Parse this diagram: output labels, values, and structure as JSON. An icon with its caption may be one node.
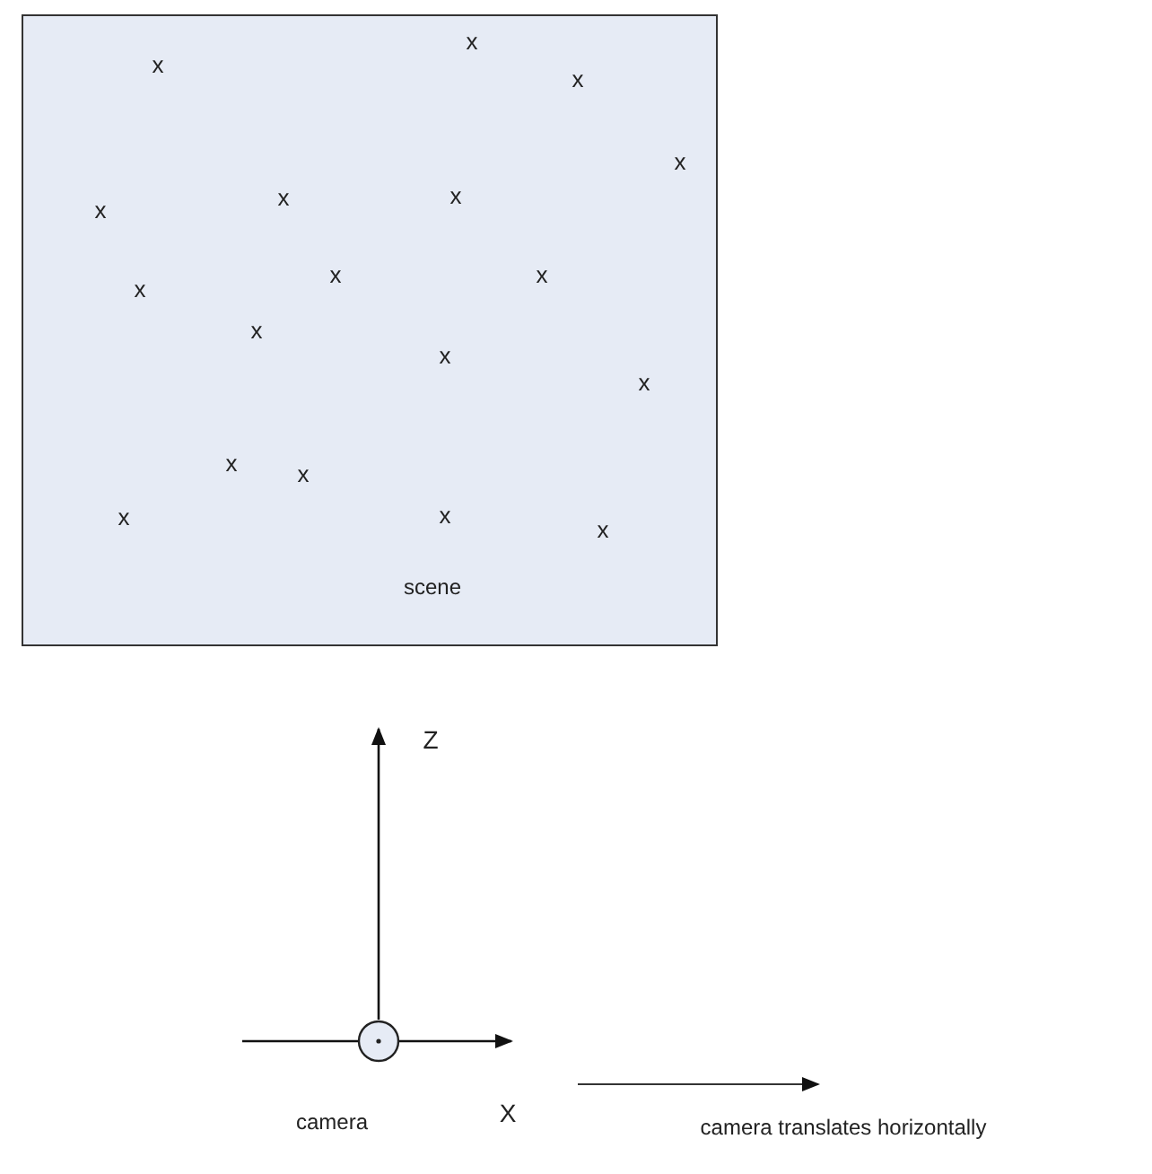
{
  "diagram": {
    "nodes": [
      {
        "text": [
          "x",
          "x",
          "x",
          "x",
          "x",
          "x",
          "x",
          "x",
          "x",
          "x",
          "x",
          "x",
          "x",
          "x",
          "x",
          "x",
          "x",
          "x",
          "scene"
        ]
      },
      {
        "text": [],
        "shape": "circle",
        "beside": [
          "camera"
        ]
      }
    ],
    "labels": [
      "Z",
      "X",
      "camera translates horizontally"
    ]
  }
}
